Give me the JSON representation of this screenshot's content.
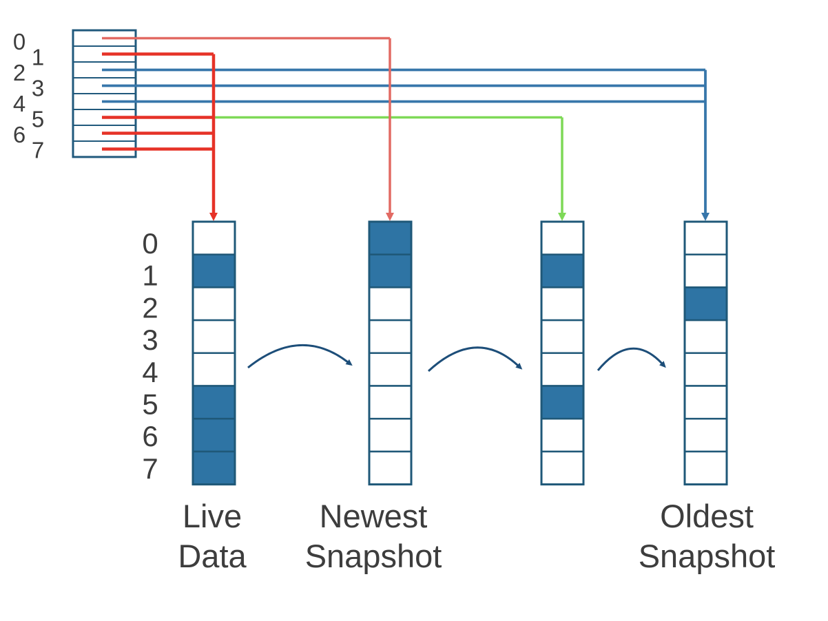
{
  "diagram": {
    "background": "#ffffff",
    "colors": {
      "cell_fill": "#2e74a4",
      "cell_border": "#1f5878",
      "table_border": "#20597c",
      "red": "#e63227",
      "salmon": "#e26a63",
      "green": "#7ed957",
      "blue": "#3776aa",
      "arc": "#1d4e79",
      "text": "#3d3d3d"
    },
    "pointer_table": {
      "rows": 8,
      "row_labels": [
        "0",
        "1",
        "2",
        "3",
        "4",
        "5",
        "6",
        "7"
      ]
    },
    "pointer_routes": [
      {
        "row": 0,
        "color_key": "salmon",
        "target_column": "newest-snapshot"
      },
      {
        "row": 1,
        "color_key": "red",
        "target_column": "live-data"
      },
      {
        "row": 2,
        "color_key": "blue",
        "target_column": "oldest-snapshot"
      },
      {
        "row": 3,
        "color_key": "blue",
        "target_column": "oldest-snapshot"
      },
      {
        "row": 4,
        "color_key": "blue",
        "target_column": "oldest-snapshot"
      },
      {
        "row": 5,
        "color_key": "red-then-green",
        "target_column": "middle-snapshot"
      },
      {
        "row": 6,
        "color_key": "red",
        "target_column": "live-data"
      },
      {
        "row": 7,
        "color_key": "red",
        "target_column": "live-data"
      }
    ],
    "live_column_row_labels": [
      "0",
      "1",
      "2",
      "3",
      "4",
      "5",
      "6",
      "7"
    ],
    "columns": [
      {
        "id": "live-data",
        "label_lines": [
          "Live",
          "Data"
        ],
        "cells": 8,
        "filled_cells": [
          1,
          5,
          6,
          7
        ]
      },
      {
        "id": "newest-snapshot",
        "label_lines": [
          "Newest",
          "Snapshot"
        ],
        "cells": 8,
        "filled_cells": [
          0,
          1
        ]
      },
      {
        "id": "middle-snapshot",
        "label_lines": [],
        "cells": 8,
        "filled_cells": [
          1,
          5
        ]
      },
      {
        "id": "oldest-snapshot",
        "label_lines": [
          "Oldest",
          "Snapshot"
        ],
        "cells": 8,
        "filled_cells": [
          2
        ]
      }
    ],
    "copy_arrows": [
      {
        "from": "live-data",
        "to": "newest-snapshot"
      },
      {
        "from": "newest-snapshot",
        "to": "middle-snapshot"
      },
      {
        "from": "middle-snapshot",
        "to": "oldest-snapshot"
      }
    ]
  }
}
